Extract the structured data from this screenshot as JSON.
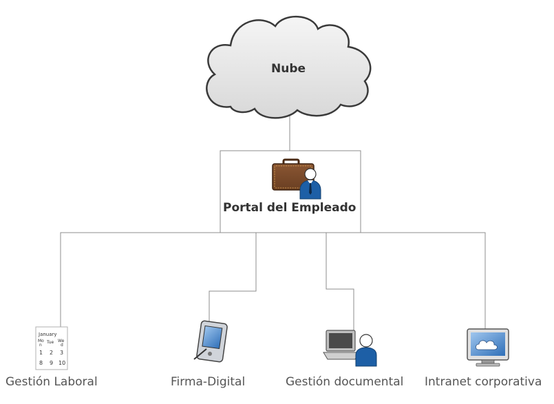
{
  "diagram": {
    "cloud": {
      "label": "Nube",
      "icon": "cloud-icon",
      "fill": "#e6e6e6",
      "stroke": "#3a3a3a"
    },
    "portal": {
      "label": "Portal del Empleado",
      "icon": "briefcase-user-icon"
    },
    "nodes": [
      {
        "label": "Gestión Laboral",
        "icon": "calendar-icon",
        "calendar": {
          "month": "January",
          "d1": "Mo\nn",
          "d2": "Tue",
          "d3": "We\nd",
          "r1": [
            "1",
            "2",
            "3"
          ],
          "r2": [
            "8",
            "9",
            "10"
          ]
        }
      },
      {
        "label": "Firma-Digital",
        "icon": "pda-stylus-icon"
      },
      {
        "label": "Gestión documental",
        "icon": "laptop-user-icon"
      },
      {
        "label": "Intranet corporativa",
        "icon": "monitor-cloud-icon"
      }
    ],
    "colors": {
      "line": "#8c8c8c",
      "text": "#555555",
      "accent_blue": "#2a6fb0",
      "briefcase": "#7a4a2a"
    }
  }
}
